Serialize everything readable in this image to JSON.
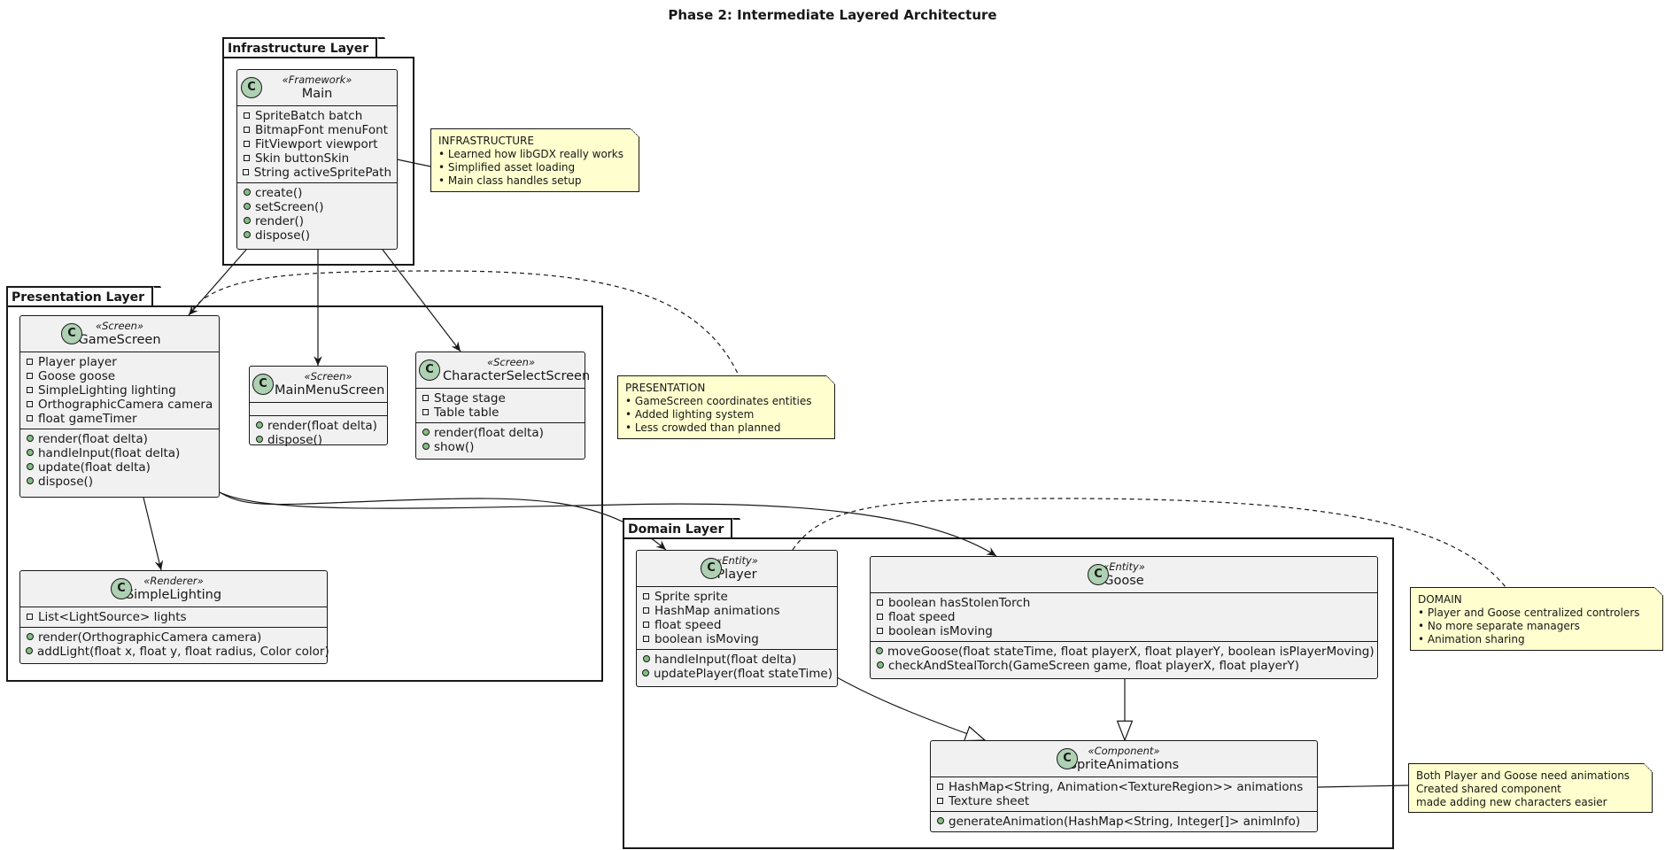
{
  "diagram": {
    "title": "Phase 2: Intermediate Layered Architecture",
    "packages": {
      "infrastructure": "Infrastructure Layer",
      "presentation": "Presentation Layer",
      "domain": "Domain Layer"
    },
    "classes": {
      "main": {
        "stereotype": "«Framework»",
        "name": "Main",
        "fields": [
          "SpriteBatch batch",
          "BitmapFont menuFont",
          "FitViewport viewport",
          "Skin buttonSkin",
          "String activeSpritePath"
        ],
        "methods": [
          "create()",
          "setScreen()",
          "render()",
          "dispose()"
        ]
      },
      "game_screen": {
        "stereotype": "«Screen»",
        "name": "GameScreen",
        "fields": [
          "Player player",
          "Goose goose",
          "SimpleLighting lighting",
          "OrthographicCamera camera",
          "float gameTimer"
        ],
        "methods": [
          "render(float delta)",
          "handleInput(float delta)",
          "update(float delta)",
          "dispose()"
        ]
      },
      "main_menu_screen": {
        "stereotype": "«Screen»",
        "name": "MainMenuScreen",
        "fields": [],
        "methods": [
          "render(float delta)",
          "dispose()"
        ]
      },
      "character_select_screen": {
        "stereotype": "«Screen»",
        "name": "CharacterSelectScreen",
        "fields": [
          "Stage stage",
          "Table table"
        ],
        "methods": [
          "render(float delta)",
          "show()"
        ]
      },
      "simple_lighting": {
        "stereotype": "«Renderer»",
        "name": "SimpleLighting",
        "fields": [
          "List<LightSource> lights"
        ],
        "methods": [
          "render(OrthographicCamera camera)",
          "addLight(float x, float y, float radius, Color color)"
        ]
      },
      "player": {
        "stereotype": "«Entity»",
        "name": "Player",
        "fields": [
          "Sprite sprite",
          "HashMap animations",
          "float speed",
          "boolean isMoving"
        ],
        "methods": [
          "handleInput(float delta)",
          "updatePlayer(float stateTime)"
        ]
      },
      "goose": {
        "stereotype": "«Entity»",
        "name": "Goose",
        "fields": [
          "boolean hasStolenTorch",
          "float speed",
          "boolean isMoving"
        ],
        "methods": [
          "moveGoose(float stateTime, float playerX, float playerY, boolean isPlayerMoving)",
          "checkAndStealTorch(GameScreen game, float playerX, float playerY)"
        ]
      },
      "sprite_animations": {
        "stereotype": "«Component»",
        "name": "SpriteAnimations",
        "fields": [
          "HashMap<String, Animation<TextureRegion>> animations",
          "Texture sheet"
        ],
        "methods": [
          "generateAnimation(HashMap<String, Integer[]> animInfo)"
        ]
      }
    },
    "notes": {
      "infrastructure": "INFRASTRUCTURE\n• Learned how libGDX really works\n• Simplified asset loading\n• Main class handles setup",
      "presentation": "PRESENTATION\n• GameScreen coordinates entities\n• Added lighting system\n• Less crowded than planned",
      "domain": "DOMAIN\n• Player and Goose centralized controlers\n• No more separate managers\n• Animation sharing",
      "animations": "Both Player and Goose need animations\nCreated shared component\nmade adding new characters easier"
    },
    "class_icon_letter": "C",
    "colors": {
      "class_bg": "#f1f1f1",
      "class_icon": "#add1b2",
      "note_bg": "#fefece",
      "public_marker": "#84be84"
    }
  }
}
